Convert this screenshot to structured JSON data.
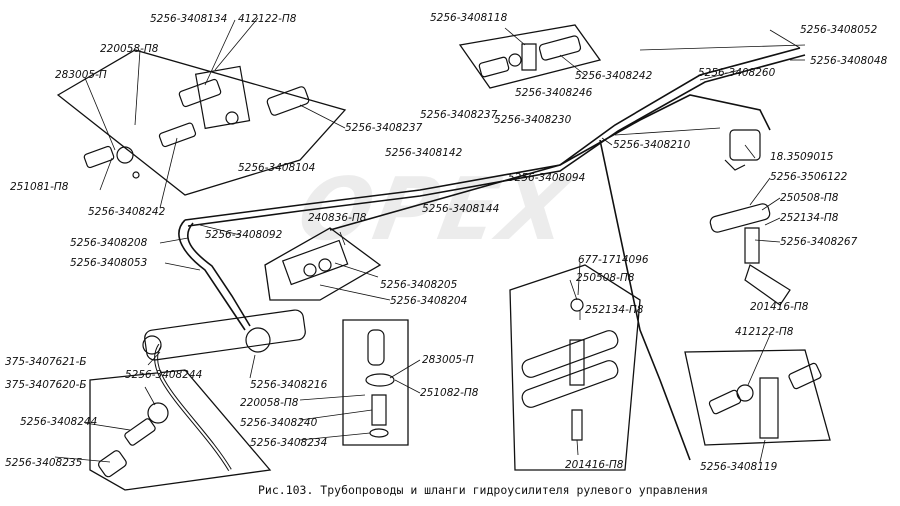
{
  "caption": "Рис.103. Трубопроводы и шланги гидроусилителя рулевого управления",
  "watermark": "OPEX",
  "colors": {
    "ink": "#111111",
    "background": "#ffffff"
  },
  "labels": [
    {
      "id": "l1",
      "text": "5256-3408134"
    },
    {
      "id": "l2",
      "text": "412122-П8"
    },
    {
      "id": "l3",
      "text": "220058-П8"
    },
    {
      "id": "l4",
      "text": "283005-П"
    },
    {
      "id": "l5",
      "text": "5256-3408237"
    },
    {
      "id": "l6",
      "text": "251081-П8"
    },
    {
      "id": "l7",
      "text": "5256-3408242"
    },
    {
      "id": "l8",
      "text": "5256-3408118"
    },
    {
      "id": "l9",
      "text": "5256-3408242"
    },
    {
      "id": "l10",
      "text": "5256-3408246"
    },
    {
      "id": "l11",
      "text": "5256-3408052"
    },
    {
      "id": "l12",
      "text": "5256-3408260"
    },
    {
      "id": "l13",
      "text": "5256-3408048"
    },
    {
      "id": "l14",
      "text": "5256-3408237"
    },
    {
      "id": "l15",
      "text": "5256-3408230"
    },
    {
      "id": "l16",
      "text": "5256-3408142"
    },
    {
      "id": "l17",
      "text": "5256-3408210"
    },
    {
      "id": "l18",
      "text": "5256-3408104"
    },
    {
      "id": "l19",
      "text": "5256-3408094"
    },
    {
      "id": "l20",
      "text": "18.3509015"
    },
    {
      "id": "l21",
      "text": "5256-3506122"
    },
    {
      "id": "l22",
      "text": "250508-П8"
    },
    {
      "id": "l23",
      "text": "252134-П8"
    },
    {
      "id": "l24",
      "text": "5256-3408267"
    },
    {
      "id": "l25",
      "text": "5256-3408144"
    },
    {
      "id": "l26",
      "text": "240836-П8"
    },
    {
      "id": "l27",
      "text": "5256-3408092"
    },
    {
      "id": "l28",
      "text": "5256-3408208"
    },
    {
      "id": "l29",
      "text": "5256-3408053"
    },
    {
      "id": "l30",
      "text": "677-1714096"
    },
    {
      "id": "l31",
      "text": "250508-П8"
    },
    {
      "id": "l32",
      "text": "5256-3408205"
    },
    {
      "id": "l33",
      "text": "5256-3408204"
    },
    {
      "id": "l34",
      "text": "252134-П8"
    },
    {
      "id": "l35",
      "text": "201416-П8"
    },
    {
      "id": "l36",
      "text": "412122-П8"
    },
    {
      "id": "l37",
      "text": "283005-П"
    },
    {
      "id": "l38",
      "text": "375-3407621-Б"
    },
    {
      "id": "l39",
      "text": "375-3407620-Б"
    },
    {
      "id": "l40",
      "text": "5256-3408244"
    },
    {
      "id": "l41",
      "text": "5256-3408216"
    },
    {
      "id": "l42",
      "text": "220058-П8"
    },
    {
      "id": "l43",
      "text": "251082-П8"
    },
    {
      "id": "l44",
      "text": "5256-3408240"
    },
    {
      "id": "l45",
      "text": "5256-3408234"
    },
    {
      "id": "l46",
      "text": "5256-3408244"
    },
    {
      "id": "l47",
      "text": "5256-3408235"
    },
    {
      "id": "l48",
      "text": "201416-П8"
    },
    {
      "id": "l49",
      "text": "5256-3408119"
    }
  ]
}
